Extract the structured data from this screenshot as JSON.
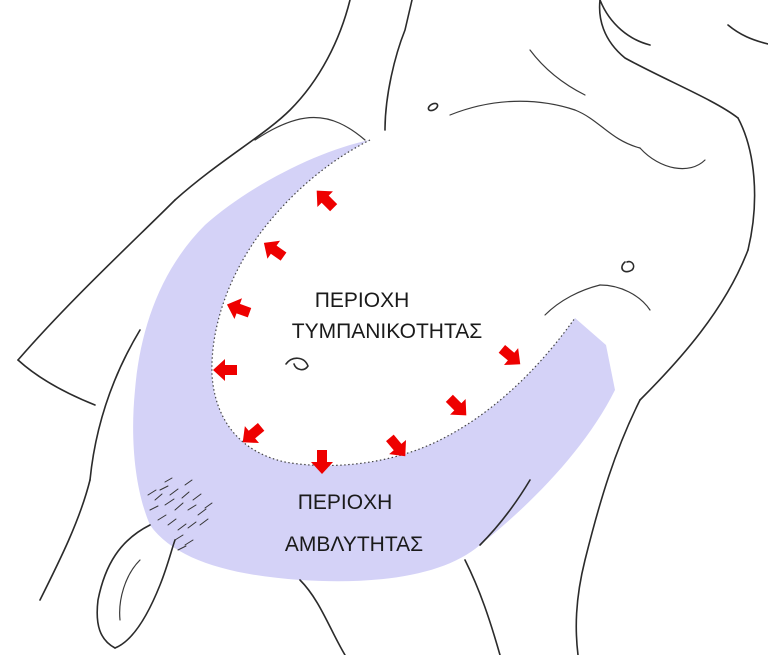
{
  "labels": {
    "tympanic_line1": "ΠΕΡΙΟΧΗ",
    "tympanic_line2": "ΤΥΜΠΑΝΙΚΟΤΗΤΑΣ",
    "dull_line1": "ΠΕΡΙΟΧΗ",
    "dull_line2": "ΑΜΒΛΥΤΗΤΑΣ"
  },
  "colors": {
    "dull_zone_fill": "#d4d2f7",
    "arrow_fill": "#ee0000",
    "line": "#2b2b2b"
  },
  "arrows": [
    {
      "direction": "up-left"
    },
    {
      "direction": "up-left"
    },
    {
      "direction": "up-left"
    },
    {
      "direction": "left"
    },
    {
      "direction": "down-left"
    },
    {
      "direction": "down"
    },
    {
      "direction": "down-right"
    },
    {
      "direction": "down-right"
    },
    {
      "direction": "down-right"
    }
  ]
}
